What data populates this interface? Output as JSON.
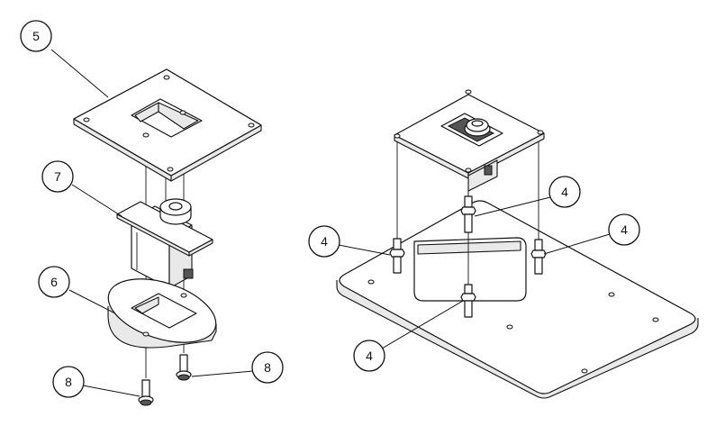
{
  "callouts": {
    "left_plate_5": "5",
    "left_servo_7": "7",
    "left_mount_6": "6",
    "left_screw_8a": "8",
    "left_screw_8b": "8",
    "right_standoff_4_top": "4",
    "right_standoff_4_left": "4",
    "right_standoff_4_right": "4",
    "right_standoff_4_bottom": "4"
  }
}
